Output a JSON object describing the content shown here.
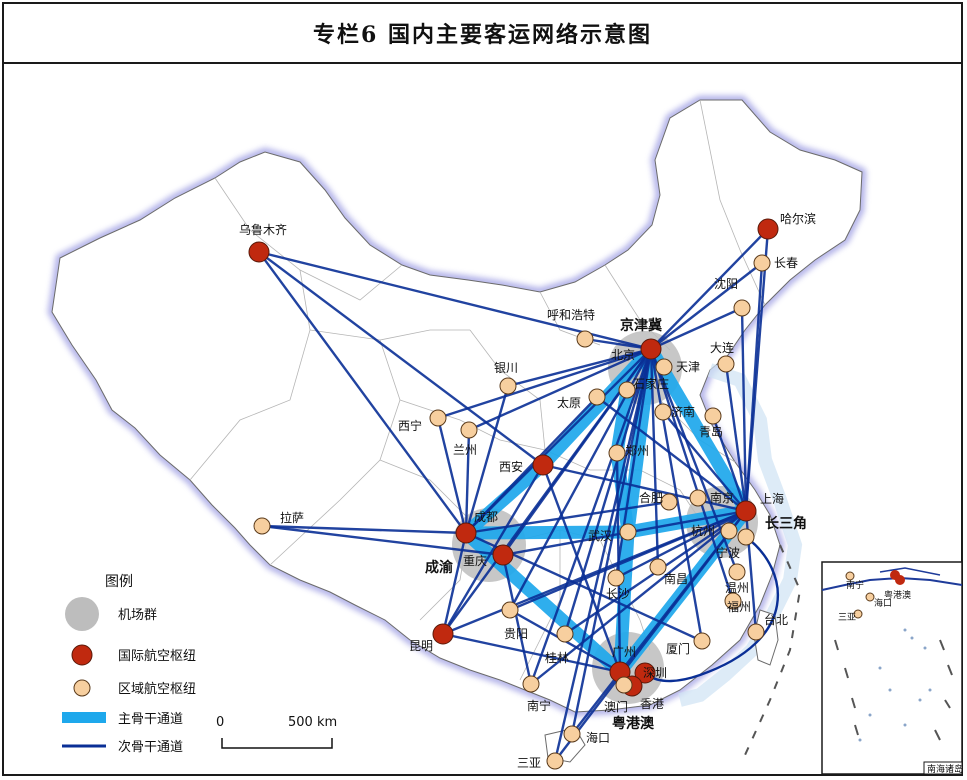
{
  "title": "专栏6  国内主要客运网络示意图",
  "colors": {
    "main_corridor": "#1ea8ec",
    "secondary_corridor": "#0a2f96",
    "intl_hub": "#c0290f",
    "regional_hub": "#f7cf9f",
    "airport_cluster": "#bdbdbd",
    "border_glow": "#a9a9e6",
    "water": "#cfe3f3"
  },
  "clusters": [
    {
      "id": "jjj",
      "label": "京津冀"
    },
    {
      "id": "cy",
      "label": "成渝"
    },
    {
      "id": "csj",
      "label": "长三角"
    },
    {
      "id": "ygw",
      "label": "粤港澳"
    }
  ],
  "cities": [
    {
      "id": "wlmq",
      "name": "乌鲁木齐",
      "type": "intl"
    },
    {
      "id": "heb",
      "name": "哈尔滨",
      "type": "intl"
    },
    {
      "id": "cc",
      "name": "长春",
      "type": "regional"
    },
    {
      "id": "sy",
      "name": "沈阳",
      "type": "regional"
    },
    {
      "id": "dl",
      "name": "大连",
      "type": "regional"
    },
    {
      "id": "hhht",
      "name": "呼和浩特",
      "type": "regional"
    },
    {
      "id": "bj",
      "name": "北京",
      "type": "intl"
    },
    {
      "id": "tj",
      "name": "天津",
      "type": "regional"
    },
    {
      "id": "sjz",
      "name": "石家庄",
      "type": "regional"
    },
    {
      "id": "yc",
      "name": "银川",
      "type": "regional"
    },
    {
      "id": "ty",
      "name": "太原",
      "type": "regional"
    },
    {
      "id": "jn",
      "name": "济南",
      "type": "regional"
    },
    {
      "id": "qd",
      "name": "青岛",
      "type": "regional"
    },
    {
      "id": "xn",
      "name": "西宁",
      "type": "regional"
    },
    {
      "id": "lz",
      "name": "兰州",
      "type": "regional"
    },
    {
      "id": "xa",
      "name": "西安",
      "type": "intl"
    },
    {
      "id": "zz",
      "name": "郑州",
      "type": "regional"
    },
    {
      "id": "hf",
      "name": "合肥",
      "type": "regional"
    },
    {
      "id": "nj",
      "name": "南京",
      "type": "regional"
    },
    {
      "id": "sh",
      "name": "上海",
      "type": "intl"
    },
    {
      "id": "hz",
      "name": "杭州",
      "type": "regional"
    },
    {
      "id": "nb",
      "name": "宁波",
      "type": "regional"
    },
    {
      "id": "ls",
      "name": "拉萨",
      "type": "regional"
    },
    {
      "id": "cd",
      "name": "成都",
      "type": "intl"
    },
    {
      "id": "cq",
      "name": "重庆",
      "type": "intl"
    },
    {
      "id": "wh",
      "name": "武汉",
      "type": "regional"
    },
    {
      "id": "nc",
      "name": "南昌",
      "type": "regional"
    },
    {
      "id": "wz",
      "name": "温州",
      "type": "regional"
    },
    {
      "id": "fz",
      "name": "福州",
      "type": "regional"
    },
    {
      "id": "cs",
      "name": "长沙",
      "type": "regional"
    },
    {
      "id": "tb",
      "name": "台北",
      "type": "regional"
    },
    {
      "id": "km",
      "name": "昆明",
      "type": "intl"
    },
    {
      "id": "gy",
      "name": "贵阳",
      "type": "regional"
    },
    {
      "id": "gl",
      "name": "桂林",
      "type": "regional"
    },
    {
      "id": "xm",
      "name": "厦门",
      "type": "regional"
    },
    {
      "id": "gz",
      "name": "广州",
      "type": "intl"
    },
    {
      "id": "szh",
      "name": "深圳",
      "type": "intl"
    },
    {
      "id": "hk",
      "name": "香港",
      "type": "intl"
    },
    {
      "id": "mo",
      "name": "澳门",
      "type": "regional"
    },
    {
      "id": "nn",
      "name": "南宁",
      "type": "regional"
    },
    {
      "id": "hk2",
      "name": "海口",
      "type": "regional"
    },
    {
      "id": "sya",
      "name": "三亚",
      "type": "regional"
    }
  ],
  "legend": {
    "title": "图例",
    "items": [
      {
        "key": "cluster",
        "label": "机场群"
      },
      {
        "key": "intl",
        "label": "国际航空枢纽"
      },
      {
        "key": "regional",
        "label": "区域航空枢纽"
      },
      {
        "key": "main",
        "label": "主骨干通道"
      },
      {
        "key": "secondary",
        "label": "次骨干通道"
      }
    ]
  },
  "scale_bar": {
    "zero": "0",
    "label": "500 km"
  },
  "inset": {
    "caption": "南海诸岛",
    "labels": [
      "南宁",
      "海口",
      "三亚",
      "粤港澳"
    ]
  }
}
